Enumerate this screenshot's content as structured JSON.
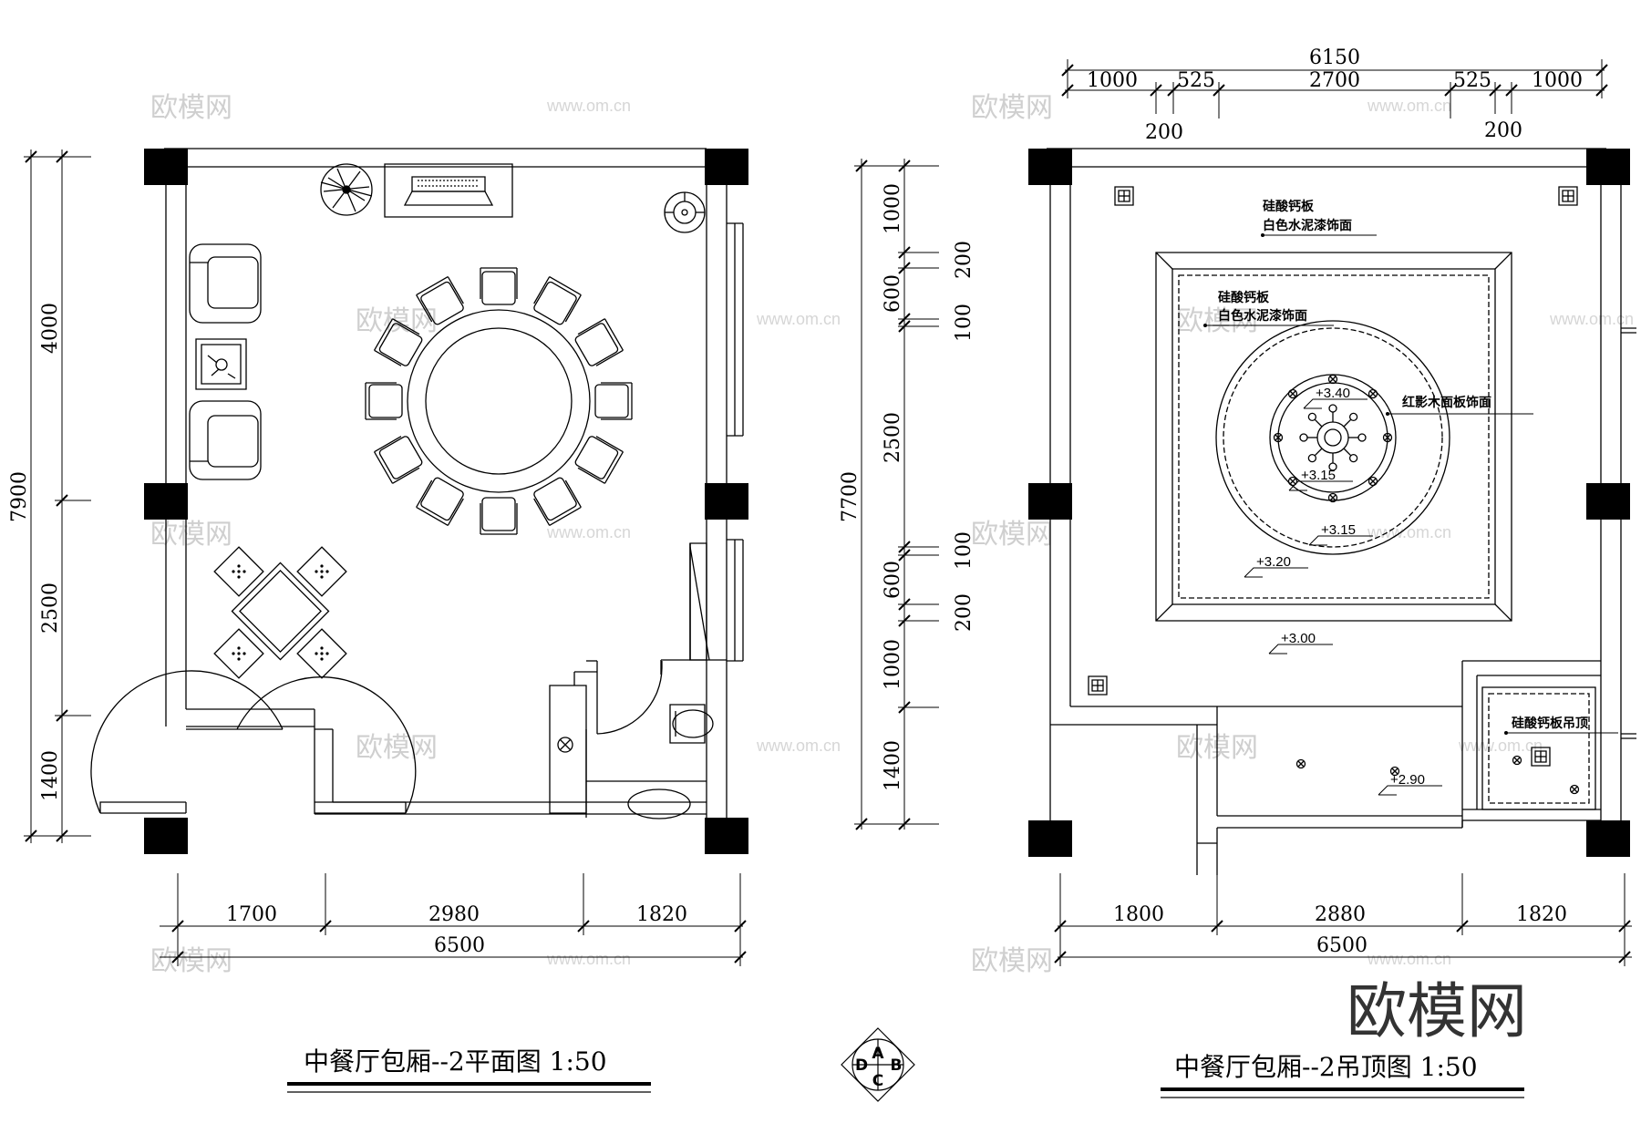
{
  "plan": {
    "title": "中餐厅包厢--2平面图 1:50",
    "dims_bottom": [
      "1700",
      "2980",
      "1820"
    ],
    "dim_bottom_total": "6500",
    "dims_left": [
      "4000",
      "2500",
      "1400"
    ],
    "dim_left_total": "7900"
  },
  "ceiling": {
    "title": "中餐厅包厢--2吊顶图 1:50",
    "dim_top_total": "6150",
    "dims_top": [
      "1000",
      "525",
      "2700",
      "525",
      "1000"
    ],
    "dims_top_small": [
      "200",
      "200"
    ],
    "dims_bottom": [
      "1800",
      "2880",
      "1820"
    ],
    "dim_bottom_total": "6500",
    "dims_left": [
      "1000",
      "600",
      "2500",
      "600",
      "1000",
      "1400"
    ],
    "dims_left_small": [
      "200",
      "100",
      "100",
      "200"
    ],
    "dim_left_total": "7700",
    "labels": {
      "outer_panel_line1": "硅酸钙板",
      "outer_panel_line2": "白色水泥漆饰面",
      "inner_panel_line1": "硅酸钙板",
      "inner_panel_line2": "白色水泥漆饰面",
      "wood_panel": "红影木面板饰面",
      "small_ceiling": "硅酸钙板吊顶"
    },
    "levels": [
      "+3.40",
      "+3.15",
      "+3.15",
      "+3.20",
      "+3.00",
      "+2.90"
    ]
  },
  "compass": {
    "letters": [
      "A",
      "B",
      "C",
      "D"
    ]
  },
  "watermarks": {
    "logo": "欧模网",
    "url": "www.om.cn"
  },
  "brand": "欧模网",
  "colors": {
    "ink": "#000000",
    "watermark": "#cfcfcf",
    "paper": "#ffffff"
  }
}
